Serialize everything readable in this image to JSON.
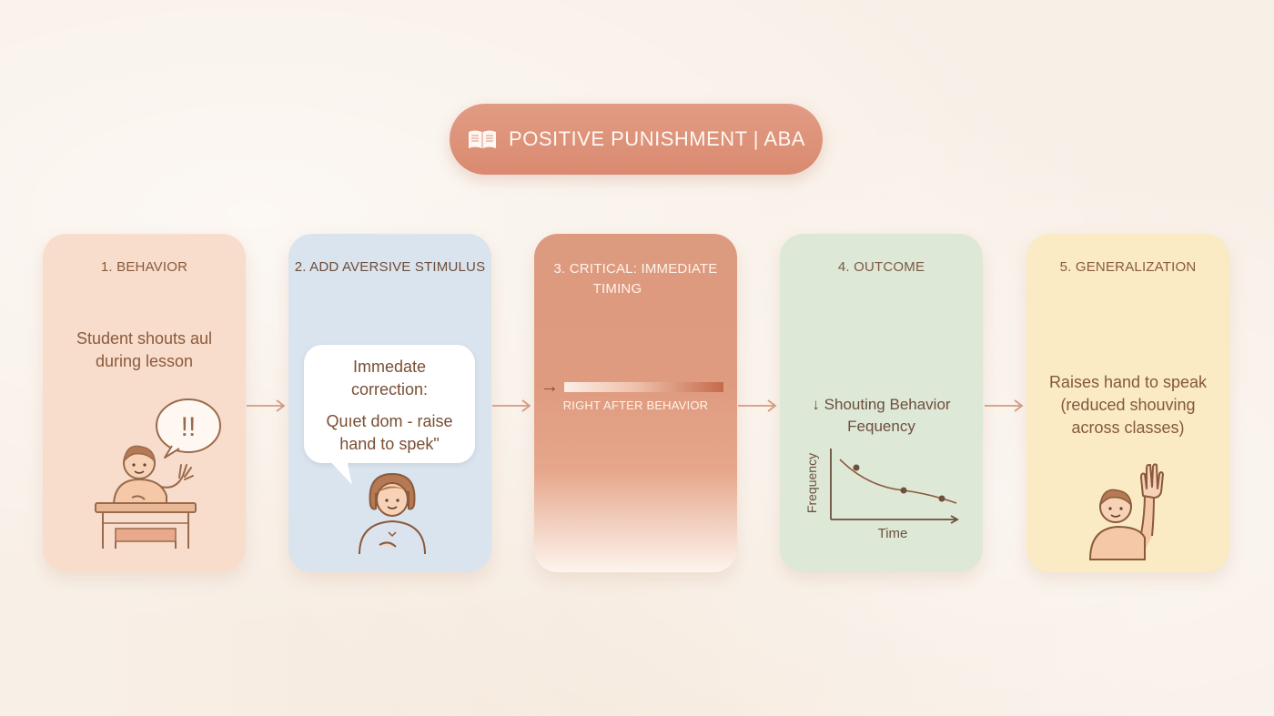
{
  "title": {
    "icon": "open-book-icon",
    "text": "POSITIVE PUNISHMENT | ABA"
  },
  "cards": [
    {
      "step": "1. BEHAVIOR",
      "body": [
        "Student shouts aul",
        "during lesson"
      ],
      "bubble_text": "!!",
      "illustration": "student-at-desk-waving"
    },
    {
      "step": "2. ADD AVERSIVE STIMULUS",
      "bubble": [
        "Immedate",
        "correction:",
        "Quıet dom - raise",
        "hand to spek\""
      ],
      "illustration": "teacher"
    },
    {
      "step": [
        "3. CRITICAL: IMMEDIATE",
        "TIMING"
      ],
      "bar_label": "RIGHT AFTER BEHAVIOR"
    },
    {
      "step": "4. OUTCOME",
      "body": [
        "↓ Shouting Behavior",
        "Fequency"
      ],
      "mini_chart": {
        "type": "line",
        "xlabel": "Time",
        "ylabel": "Frequency",
        "trend": "decreasing"
      }
    },
    {
      "step": "5. GENERALIZATION",
      "body": [
        "Raises hand to speak",
        "(reduced shouving",
        "across classes)"
      ],
      "illustration": "child-raising-hand"
    }
  ],
  "colors": {
    "background": "#f8efe6",
    "title_pill": "#dc9178",
    "card1": "#f8ddcc",
    "card2": "#d9e4ee",
    "card3": "#dc9a7f",
    "card4": "#dee8d6",
    "card5": "#faebc4",
    "line": "#9a6a4c"
  }
}
